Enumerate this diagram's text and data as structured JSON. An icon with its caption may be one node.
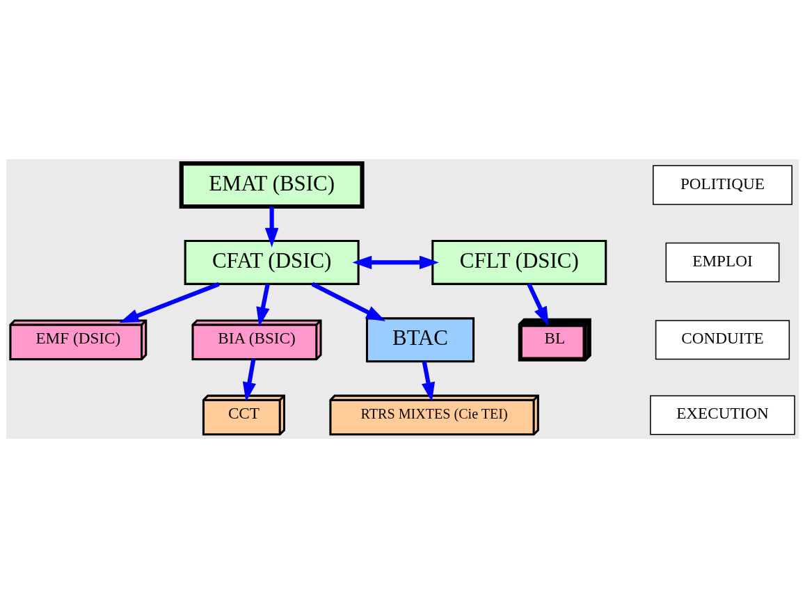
{
  "diagram": {
    "nodes": [
      {
        "text": [
          "EMAT (BSIC)"
        ]
      },
      {
        "text": [
          "POLITIQUE"
        ]
      },
      {
        "text": [
          "CFAT (DSIC)"
        ]
      },
      {
        "text": [
          "CFLT (DSIC)"
        ]
      },
      {
        "text": [
          "EMPLOI"
        ]
      },
      {
        "text": [
          "EMF (DSIC)"
        ]
      },
      {
        "text": [
          "BIA (BSIC)"
        ]
      },
      {
        "text": [
          "BL"
        ]
      },
      {
        "text": [
          "BTAC"
        ]
      },
      {
        "text": [
          "CONDUITE"
        ]
      },
      {
        "text": [
          "EXECUTION"
        ]
      },
      {
        "text": [
          "RTRS MIXTES (Cie TEI)"
        ]
      },
      {
        "text": [
          "CCT"
        ]
      }
    ],
    "edges": [
      {
        "from": 0,
        "to": 2,
        "arrow": "to"
      },
      {
        "from": 2,
        "to": 3,
        "arrow": "both"
      },
      {
        "from": 2,
        "to": 5,
        "arrow": "to"
      },
      {
        "from": 2,
        "to": 6,
        "arrow": "to"
      },
      {
        "from": 3,
        "to": 7,
        "arrow": "to"
      },
      {
        "from": 2,
        "to": 8,
        "arrow": "to"
      },
      {
        "from": 8,
        "to": 11,
        "arrow": "to"
      },
      {
        "from": 6,
        "to": 12,
        "arrow": "to"
      }
    ]
  }
}
